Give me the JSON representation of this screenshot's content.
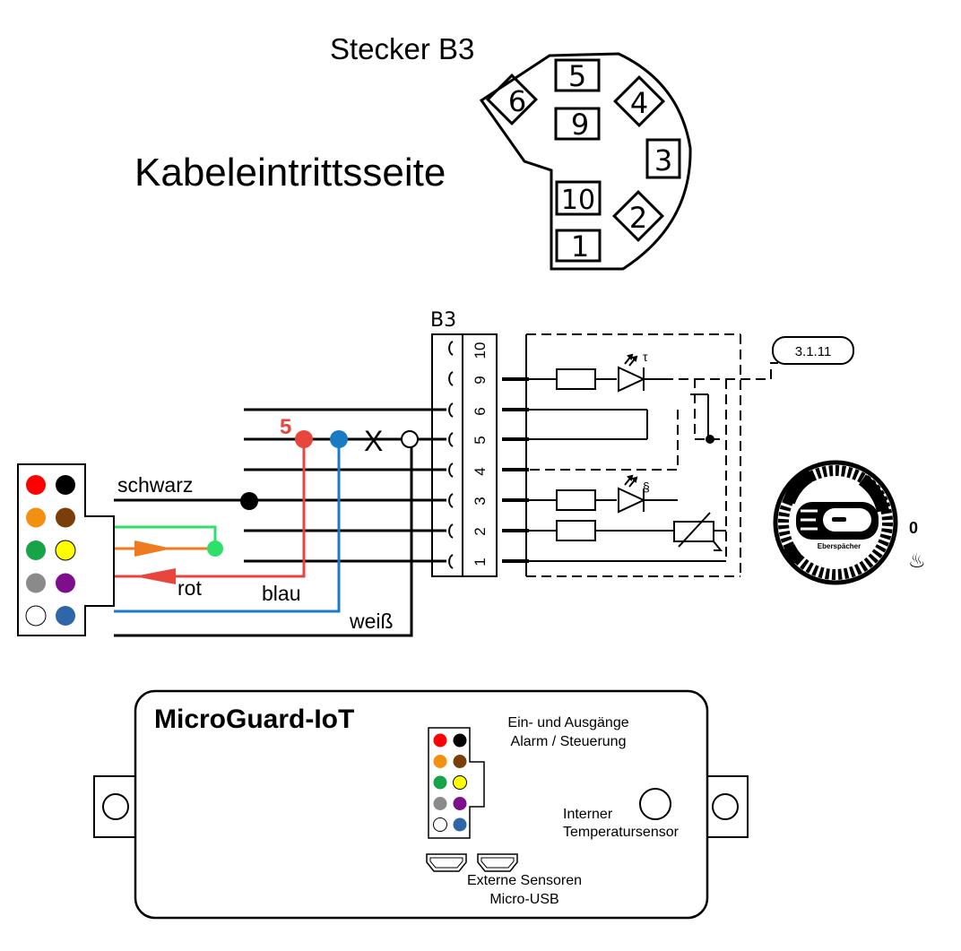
{
  "connector": {
    "title": "Stecker B3",
    "side_label": "Kabeleintrittsseite",
    "pins": [
      "5",
      "6",
      "9",
      "4",
      "3",
      "10",
      "2",
      "1"
    ]
  },
  "schematic": {
    "block_label": "B3",
    "terminal_numbers": [
      "10",
      "9",
      "6",
      "5",
      "4",
      "3",
      "2",
      "1"
    ],
    "reference_tag": "3.1.11",
    "marker_number": "5",
    "cut_mark": "X",
    "wire_labels": {
      "black": "schwarz",
      "red": "rot",
      "blue": "blau",
      "white": "weiß"
    },
    "colors": {
      "red": "#e8453c",
      "blue": "#1a7ac4",
      "green": "#2ee06a",
      "orange": "#f07a20",
      "black": "#000000"
    },
    "dial": {
      "position_label": "0",
      "heat_symbol": "♨",
      "brand_text": "Eberspächer"
    },
    "connector_dots": [
      "#ff0000",
      "#000000",
      "#f39012",
      "#7a3e0a",
      "#17a347",
      "#ffff00",
      "#8a8a8a",
      "#7d0f8c",
      "#ffffff",
      "#2e66a8"
    ]
  },
  "device": {
    "title": "MicroGuard-IoT",
    "io_label_line1": "Ein- und Ausgänge",
    "io_label_line2": "Alarm / Steuerung",
    "sensor_label_line1": "Interner",
    "sensor_label_line2": "Temperatursensor",
    "usb_label_line1": "Externe Sensoren",
    "usb_label_line2": "Micro-USB"
  }
}
